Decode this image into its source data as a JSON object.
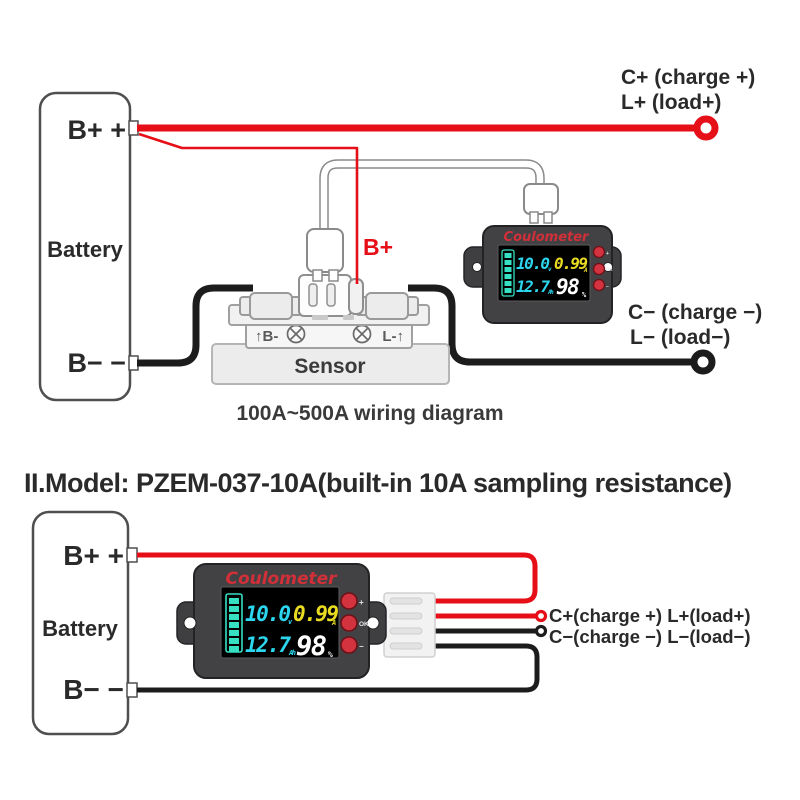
{
  "section_title": "II.Model: PZEM-037-10A(built-in 10A sampling resistance)",
  "device": {
    "brand": "Coulometer",
    "voltage": "10.0",
    "voltage_unit": "v",
    "current": "0.99",
    "current_unit": "A",
    "capacity": "12.7",
    "capacity_unit": "Ah",
    "percent": "98",
    "percent_unit": "%",
    "button_plus": "+",
    "button_ok": "OK",
    "button_minus": "−"
  },
  "top": {
    "battery": {
      "name": "Battery",
      "pos": "B+ +",
      "neg": "B− −"
    },
    "wire_labels": {
      "b_plus": "B+",
      "charge_pos": "C+ (charge +)",
      "load_pos": "L+ (load+)",
      "charge_neg": "C− (charge −)",
      "load_neg": "L− (load−)"
    },
    "sensor": {
      "label": "Sensor",
      "left_mark": "↑B-",
      "right_mark": "L-↑"
    },
    "caption": "100A~500A wiring diagram"
  },
  "bottom": {
    "battery": {
      "name": "Battery",
      "pos": "B+ +",
      "neg": "B− −"
    },
    "wire_labels": {
      "line1": "C+(charge +) L+(load+)",
      "line2": "C−(charge −) L−(load−)"
    }
  },
  "colors": {
    "wire_red": "#e60e17",
    "wire_black": "#1c1c1c",
    "brand_red": "#d22f38",
    "lcd_cyan": "#2bd6ee",
    "lcd_yellow": "#e9db22",
    "lcd_teal": "#35e0c3",
    "lcd_white": "#ffffff",
    "button_red": "#d2333f",
    "meter_body": "#424245"
  }
}
